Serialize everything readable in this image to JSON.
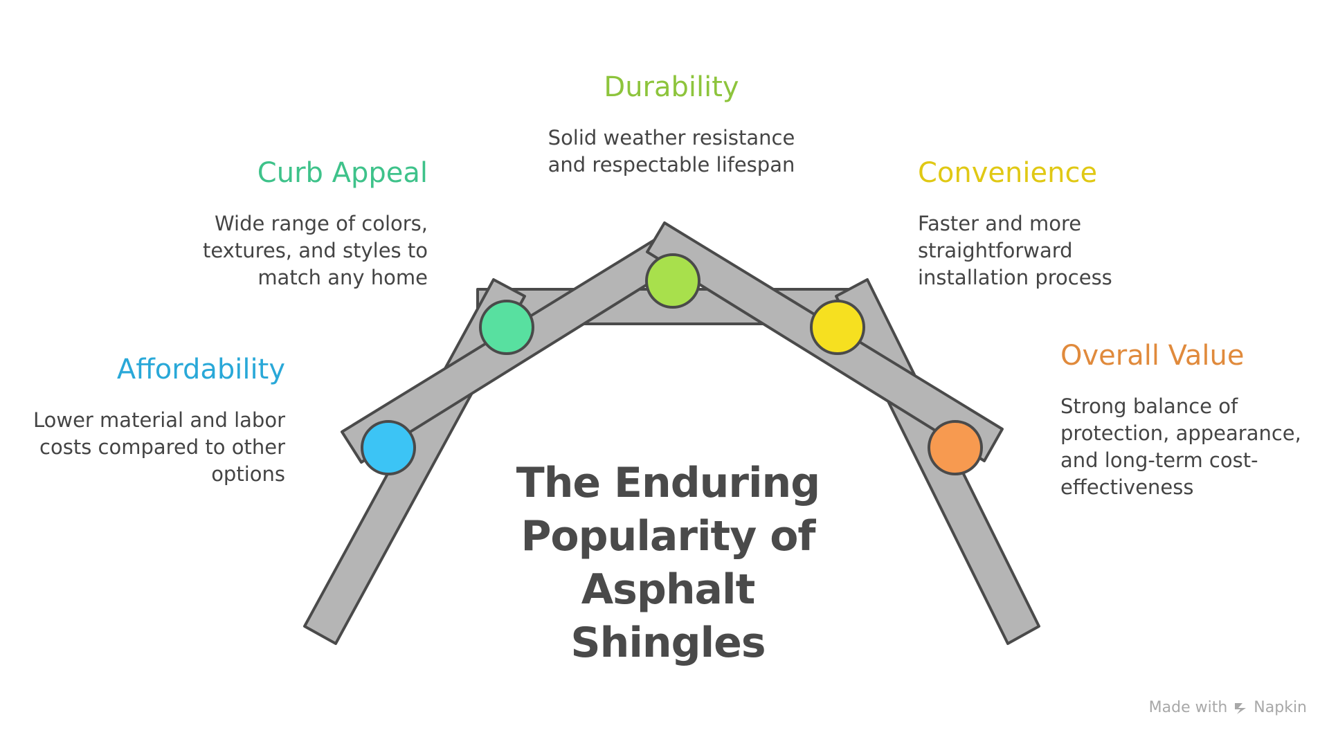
{
  "title": "The Enduring Popularity of Asphalt Shingles",
  "items": [
    {
      "heading": "Affordability",
      "description": "Lower material and labor costs compared to other options",
      "color": "#29a8d8",
      "node_fill": "#3cc4f5"
    },
    {
      "heading": "Curb Appeal",
      "description": "Wide range of colors, textures, and styles to match any home",
      "color": "#3ec28a",
      "node_fill": "#58e0a0"
    },
    {
      "heading": "Durability",
      "description": "Solid weather resistance and respectable lifespan",
      "color": "#8dc43c",
      "node_fill": "#a8e04c"
    },
    {
      "heading": "Convenience",
      "description": "Faster and more straightforward installation process",
      "color": "#e0c814",
      "node_fill": "#f6e020"
    },
    {
      "heading": "Overall Value",
      "description": "Strong balance of protection, appearance, and long-term cost-effectiveness",
      "color": "#e08a3c",
      "node_fill": "#f79a50"
    }
  ],
  "watermark": {
    "prefix": "Made with",
    "brand": "Napkin"
  },
  "colors": {
    "beam_fill": "#b5b5b5",
    "beam_stroke": "#4a4a4a",
    "title": "#4a4a4a",
    "body_text": "#444444"
  }
}
